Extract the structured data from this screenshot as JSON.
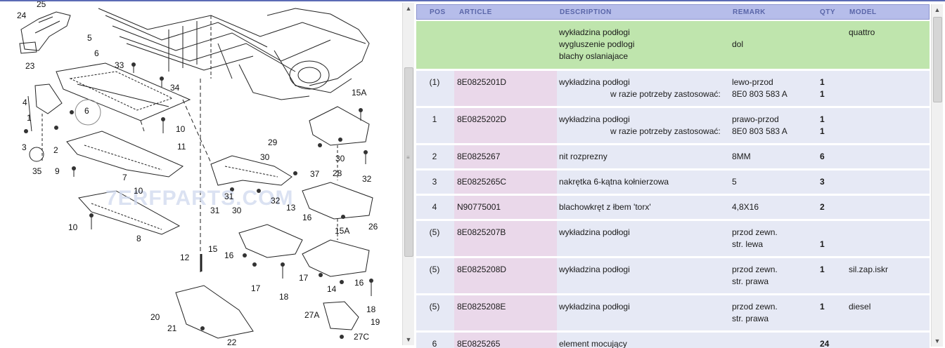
{
  "watermark": "7ERFPARTS.COM",
  "diagram_labels": [
    "24",
    "23",
    "25",
    "5",
    "6",
    "33",
    "34",
    "4",
    "1",
    "3",
    "2",
    "35",
    "6",
    "10",
    "11",
    "9",
    "7",
    "29",
    "30",
    "37",
    "31",
    "30",
    "28",
    "15A",
    "32",
    "10",
    "13",
    "16",
    "31",
    "32",
    "10",
    "8",
    "30",
    "12",
    "15",
    "16",
    "17",
    "18",
    "15A",
    "26",
    "17",
    "14",
    "16",
    "18",
    "20",
    "21",
    "27A",
    "27C",
    "19",
    "22"
  ],
  "table": {
    "headers": {
      "pos": "POS",
      "article": "ARTICLE",
      "description": "DESCRIPTION",
      "remark": "REMARK",
      "qty": "QTY",
      "model": "MODEL"
    },
    "group": {
      "desc": [
        "wykładzina podłogi",
        "wygluszenie podlogi",
        "blachy oslaniajace"
      ],
      "remark": "dol",
      "model": "quattro"
    },
    "rows": [
      {
        "pos": "(1)",
        "article": "8E0825201D",
        "desc": "wykładzina podłogi",
        "sub": "w razie potrzeby zastosować:",
        "remark": "lewo-przod",
        "remark2": "8E0 803 583 A",
        "qty": "1",
        "qty2": "1",
        "model": ""
      },
      {
        "pos": "1",
        "article": "8E0825202D",
        "desc": "wykładzina podłogi",
        "sub": "w razie potrzeby zastosować:",
        "remark": "prawo-przod",
        "remark2": "8E0 803 583 A",
        "qty": "1",
        "qty2": "1",
        "model": ""
      },
      {
        "pos": "2",
        "article": "8E0825267",
        "desc": "nit rozprezny",
        "remark": "8MM",
        "qty": "6",
        "model": ""
      },
      {
        "pos": "3",
        "article": "8E0825265C",
        "desc": "nakrętka 6-kątna kołnierzowa",
        "remark": "5",
        "qty": "3",
        "model": ""
      },
      {
        "pos": "4",
        "article": "N90775001",
        "desc": "blachowkręt z łbem 'torx'",
        "remark": "4,8X16",
        "qty": "2",
        "model": ""
      },
      {
        "pos": "(5)",
        "article": "8E0825207B",
        "desc": "wykładzina podłogi",
        "remark": "przod zewn.",
        "remark2": "str. lewa",
        "qty": "",
        "qty2": "1",
        "model": ""
      },
      {
        "pos": "(5)",
        "article": "8E0825208D",
        "desc": "wykładzina podłogi",
        "remark": "przod zewn.",
        "remark2": "str. prawa",
        "qty": "1",
        "model": "sil.zap.iskr"
      },
      {
        "pos": "(5)",
        "article": "8E0825208E",
        "desc": "wykładzina podłogi",
        "remark": "przod zewn.",
        "remark2": "str. prawa",
        "qty": "1",
        "model": "diesel"
      },
      {
        "pos": "6",
        "article": "8E0825265",
        "desc": "element mocujący",
        "remark": "",
        "qty": "24",
        "model": ""
      }
    ]
  },
  "icons": {
    "scroll_up": "arrow-up-icon",
    "scroll_down": "arrow-down-icon"
  }
}
